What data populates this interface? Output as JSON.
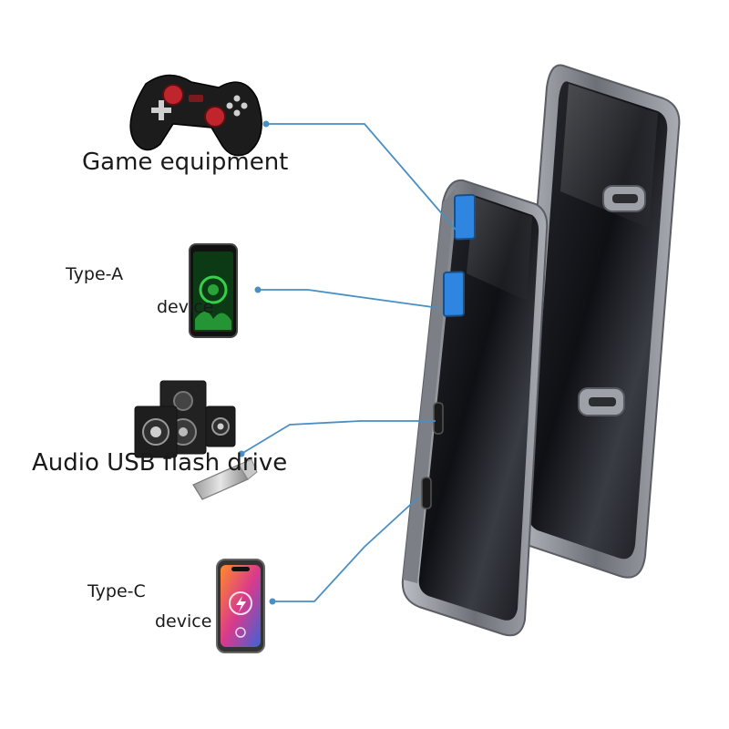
{
  "labels": {
    "game": "Game equipment",
    "type_a": "Type-A",
    "type_a_device": "device",
    "audio": "Audio USB flash drive",
    "type_c": "Type-C",
    "type_c_device": "device"
  },
  "colors": {
    "connector_line": "#4a8fc4",
    "hub_body": "#1b1b1f",
    "hub_frame": "#8e9197",
    "usb_a_port": "#2f86e0",
    "gamepad": "#1c1c1c",
    "gamepad_accent": "#c0242c",
    "phone_type_a_screen": "#0b3a14",
    "phone_type_a_glow": "#35d04a",
    "speaker_body": "#222222"
  },
  "icons": [
    "gamepad-icon",
    "android-phone-icon",
    "speaker-set-icon",
    "usb-flash-drive-icon",
    "iphone-icon",
    "usb-hub-icon"
  ]
}
